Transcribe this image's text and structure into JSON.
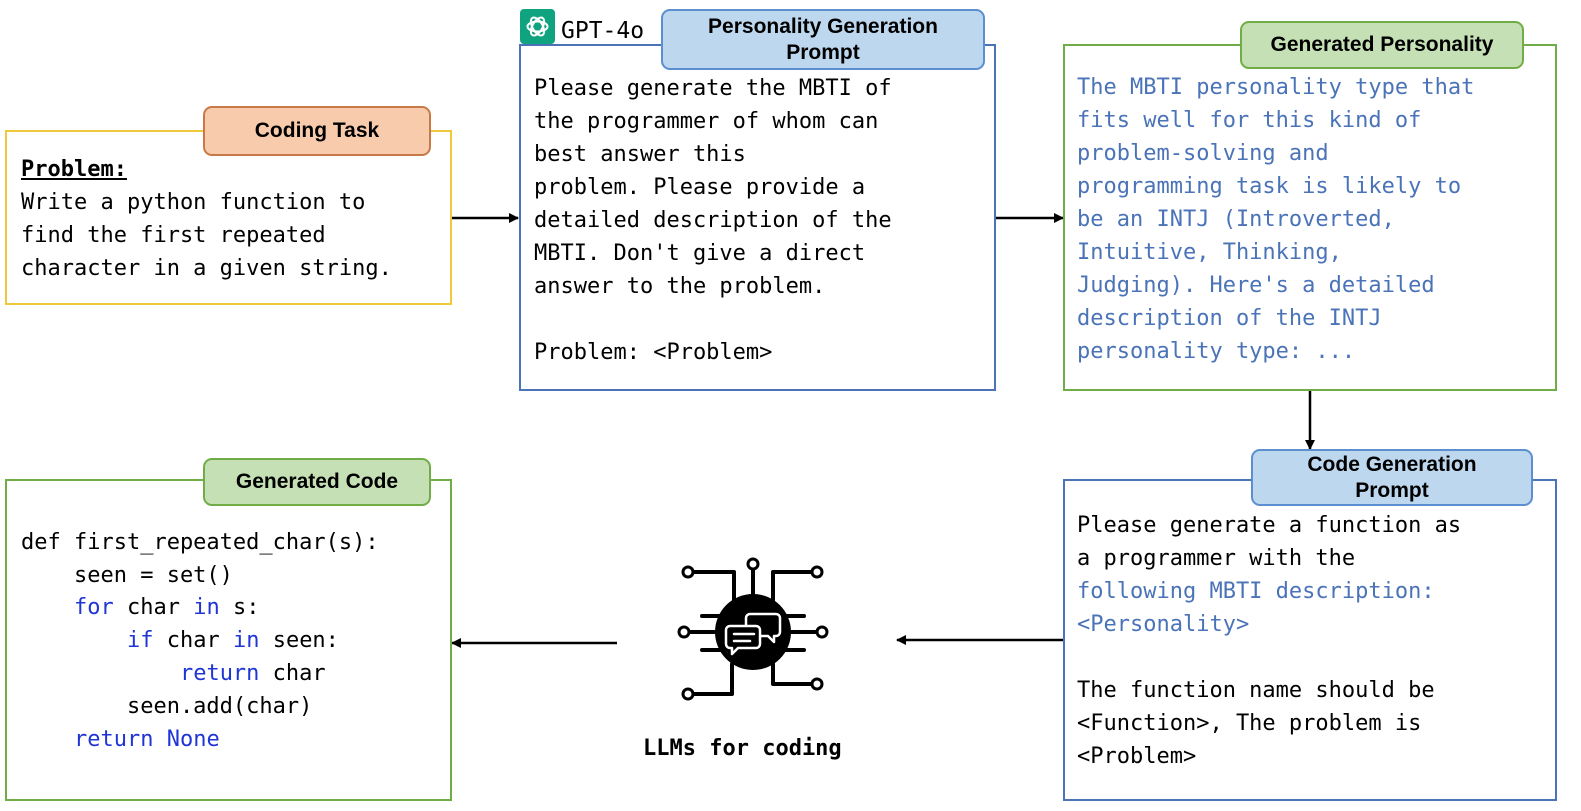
{
  "coding_task": {
    "label": "Coding Task",
    "problem_heading": "Problem:",
    "lines": [
      "Write a python function to",
      "find the first repeated",
      "character in a given string."
    ]
  },
  "personality_prompt": {
    "model": "GPT-4o",
    "label_lines": [
      "Personality Generation",
      "Prompt"
    ],
    "lines": [
      "Please generate the MBTI of",
      "the programmer of whom can",
      "best answer this",
      "problem. Please provide a",
      "detailed description of the",
      "MBTI. Don't give a direct",
      "answer to the problem.",
      "",
      "Problem: <Problem>"
    ]
  },
  "generated_personality": {
    "label": "Generated Personality",
    "lines": [
      "The MBTI personality type that",
      "fits well for this kind of",
      "problem-solving and",
      "programming task is likely to",
      "be an INTJ (Introverted,",
      "Intuitive, Thinking,",
      "Judging). Here's a detailed",
      "description of the INTJ",
      "personality type: ..."
    ]
  },
  "code_prompt": {
    "label_lines": [
      "Code Generation",
      "Prompt"
    ],
    "lines_black_1": [
      "Please generate a function as",
      "a programmer with the"
    ],
    "lines_blue": [
      "following MBTI description:",
      "<Personality>"
    ],
    "lines_black_2": [
      "The function name should be",
      "<Function>, The problem is",
      "<Problem>"
    ]
  },
  "generated_code": {
    "label": "Generated Code",
    "code": {
      "line1": "def first_repeated_char(s):",
      "line2": "    seen = set()",
      "line3_indent": "    ",
      "line3_kw1": "for",
      "line3_mid": " char ",
      "line3_kw2": "in",
      "line3_end": " s:",
      "line4_indent": "        ",
      "line4_kw1": "if",
      "line4_mid": " char ",
      "line4_kw2": "in",
      "line4_end": " seen:",
      "line5_indent": "            ",
      "line5_kw": "return",
      "line5_end": " char",
      "line6": "        seen.add(char)",
      "line7_indent": "    ",
      "line7_kw": "return",
      "line7_sp": " ",
      "line7_val": "None"
    }
  },
  "llm": {
    "label": "LLMs for coding",
    "icon": "circuit-chat-icon"
  },
  "colors": {
    "yellow_border": "#f0c93a",
    "orange_tab": "#f8cbad",
    "orange_border": "#c77a47",
    "blue_border": "#4a73b8",
    "blue_tab": "#bdd7ee",
    "blue_tab_border": "#5b8fd0",
    "green_border": "#70ad47",
    "green_tab": "#c5e0b4",
    "blue_text": "#4a73b8",
    "keyword": "#1f35d6",
    "gpt_logo": "#10a37f"
  }
}
